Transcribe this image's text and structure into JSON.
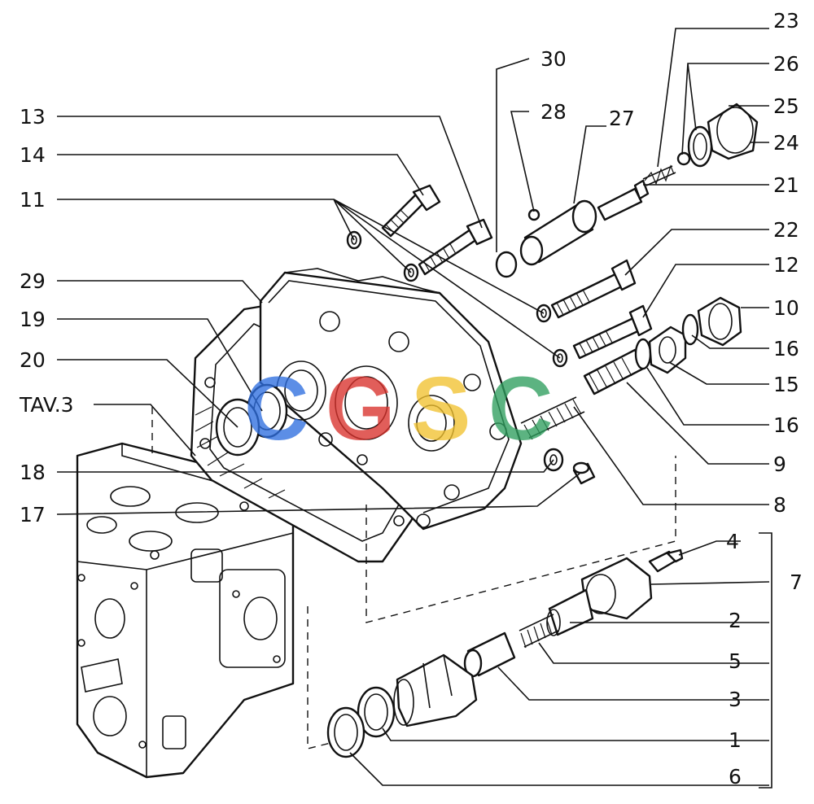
{
  "callouts": {
    "c1": "1",
    "c2": "2",
    "c3": "3",
    "c4": "4",
    "c5": "5",
    "c6": "6",
    "c7": "7",
    "c8": "8",
    "c9": "9",
    "c10": "10",
    "c11": "11",
    "c12": "12",
    "c13": "13",
    "c14": "14",
    "c15": "15",
    "c16a": "16",
    "c16b": "16",
    "c17": "17",
    "c18": "18",
    "c19": "19",
    "c20": "20",
    "c21": "21",
    "c22": "22",
    "c23": "23",
    "c24": "24",
    "c25": "25",
    "c26": "26",
    "c27": "27",
    "c28": "28",
    "c29": "29",
    "c30": "30",
    "tav": "TAV.3"
  },
  "watermark": {
    "letters": "CGSC",
    "colors": [
      "#2f6fe0",
      "#d9322c",
      "#f2c230",
      "#2f9e5e"
    ]
  },
  "line_color": "#111111"
}
